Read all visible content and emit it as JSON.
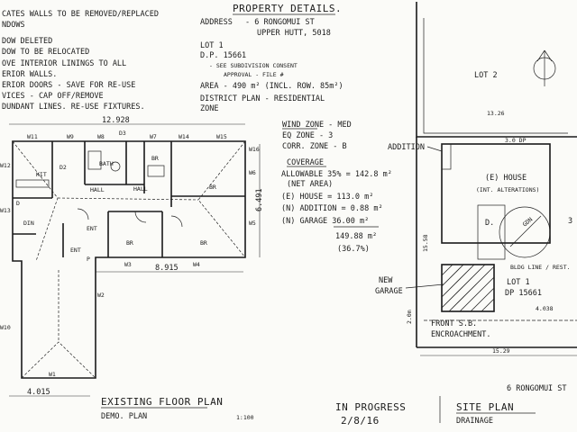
{
  "notes": {
    "lines": [
      "CATES WALLS TO BE REMOVED/REPLACED",
      "NDOWS",
      "DOW DELETED",
      "DOW TO BE RELOCATED",
      "OVE INTERIOR LININGS TO ALL",
      "ERIOR WALLS.",
      "ERIOR DOORS - SAVE FOR RE-USE",
      "VICES - CAP OFF/REMOVE",
      "DUNDANT LINES. RE-USE FIXTURES."
    ]
  },
  "property": {
    "heading": "PROPERTY DETAILS.",
    "address_label": "ADDRESS",
    "address_line1": "- 6 RONGOMUI ST",
    "address_line2": "UPPER HUTT, 5018",
    "lot": "LOT 1",
    "dp": "D.P. 15661",
    "consent_line1": "- SEE SUBDIVISION CONSENT",
    "consent_line2": "APPROVAL - FILE #",
    "area": "AREA - 490 m² (INCL. ROW. 85m²)",
    "district_line1": "DISTRICT PLAN - RESIDENTIAL",
    "district_line2": "ZONE",
    "wind_zone": "WIND ZONE - MED",
    "eq_zone": "EQ ZONE - 3",
    "corr_zone": "CORR. ZONE - B",
    "coverage_heading": "COVERAGE",
    "allowable": "ALLOWABLE 35% = 142.8 m²",
    "net_area": "(NET AREA)",
    "house": "(E) HOUSE = 113.0 m²",
    "addition": "(N) ADDITION = 0.88 m²",
    "garage": "(N) GARAGE 36.00 m²",
    "total": "149.88 m²",
    "total_pct": "(36.7%)"
  },
  "floor_plan": {
    "dim_top": "12.928",
    "dim_bottom": "8.915",
    "dim_right": "6.491",
    "dim_left_bottom": "4.015",
    "rooms": [
      "KIT",
      "D2",
      "BATH",
      "BR",
      "BR",
      "ENT",
      "ENT",
      "BR",
      "BR",
      "HALL",
      "HALL",
      "DIN",
      "D3",
      "D",
      "P"
    ],
    "window_tags": [
      "W11",
      "W9",
      "W8",
      "W7",
      "W6",
      "W5",
      "W4",
      "W3",
      "W2",
      "W1",
      "W10",
      "W12",
      "W13",
      "W14",
      "W15",
      "W16"
    ],
    "title": "EXISTING FLOOR PLAN",
    "subtitle": "DEMO. PLAN",
    "scale": "1:100"
  },
  "site_plan": {
    "lot2": "LOT 2",
    "addition": "ADDITION",
    "house_line1": "(E) HOUSE",
    "house_line2": "(INT. ALTERATIONS)",
    "deck": "D.",
    "garden": "GDN",
    "boundary_note": "BLDG LINE / REST.",
    "lot1": "LOT 1",
    "dp": "DP 15661",
    "new_garage_line1": "NEW",
    "new_garage_line2": "GARAGE",
    "front_sb_line1": "FRONT S.B.",
    "front_sb_line2": "ENCROACHMENT.",
    "dim_top": "13.26",
    "dim_upper": "3.0 DP",
    "dim_side": "15.58",
    "dim_mid": "4.038",
    "dim_bottom": "15.29",
    "dim_front": "2.0m",
    "edge_num": "3",
    "street": "6 RONGOMUI ST",
    "title": "SITE PLAN",
    "subtitle": "DRAINAGE"
  },
  "status": {
    "line1": "IN PROGRESS",
    "line2": "2/8/16"
  }
}
